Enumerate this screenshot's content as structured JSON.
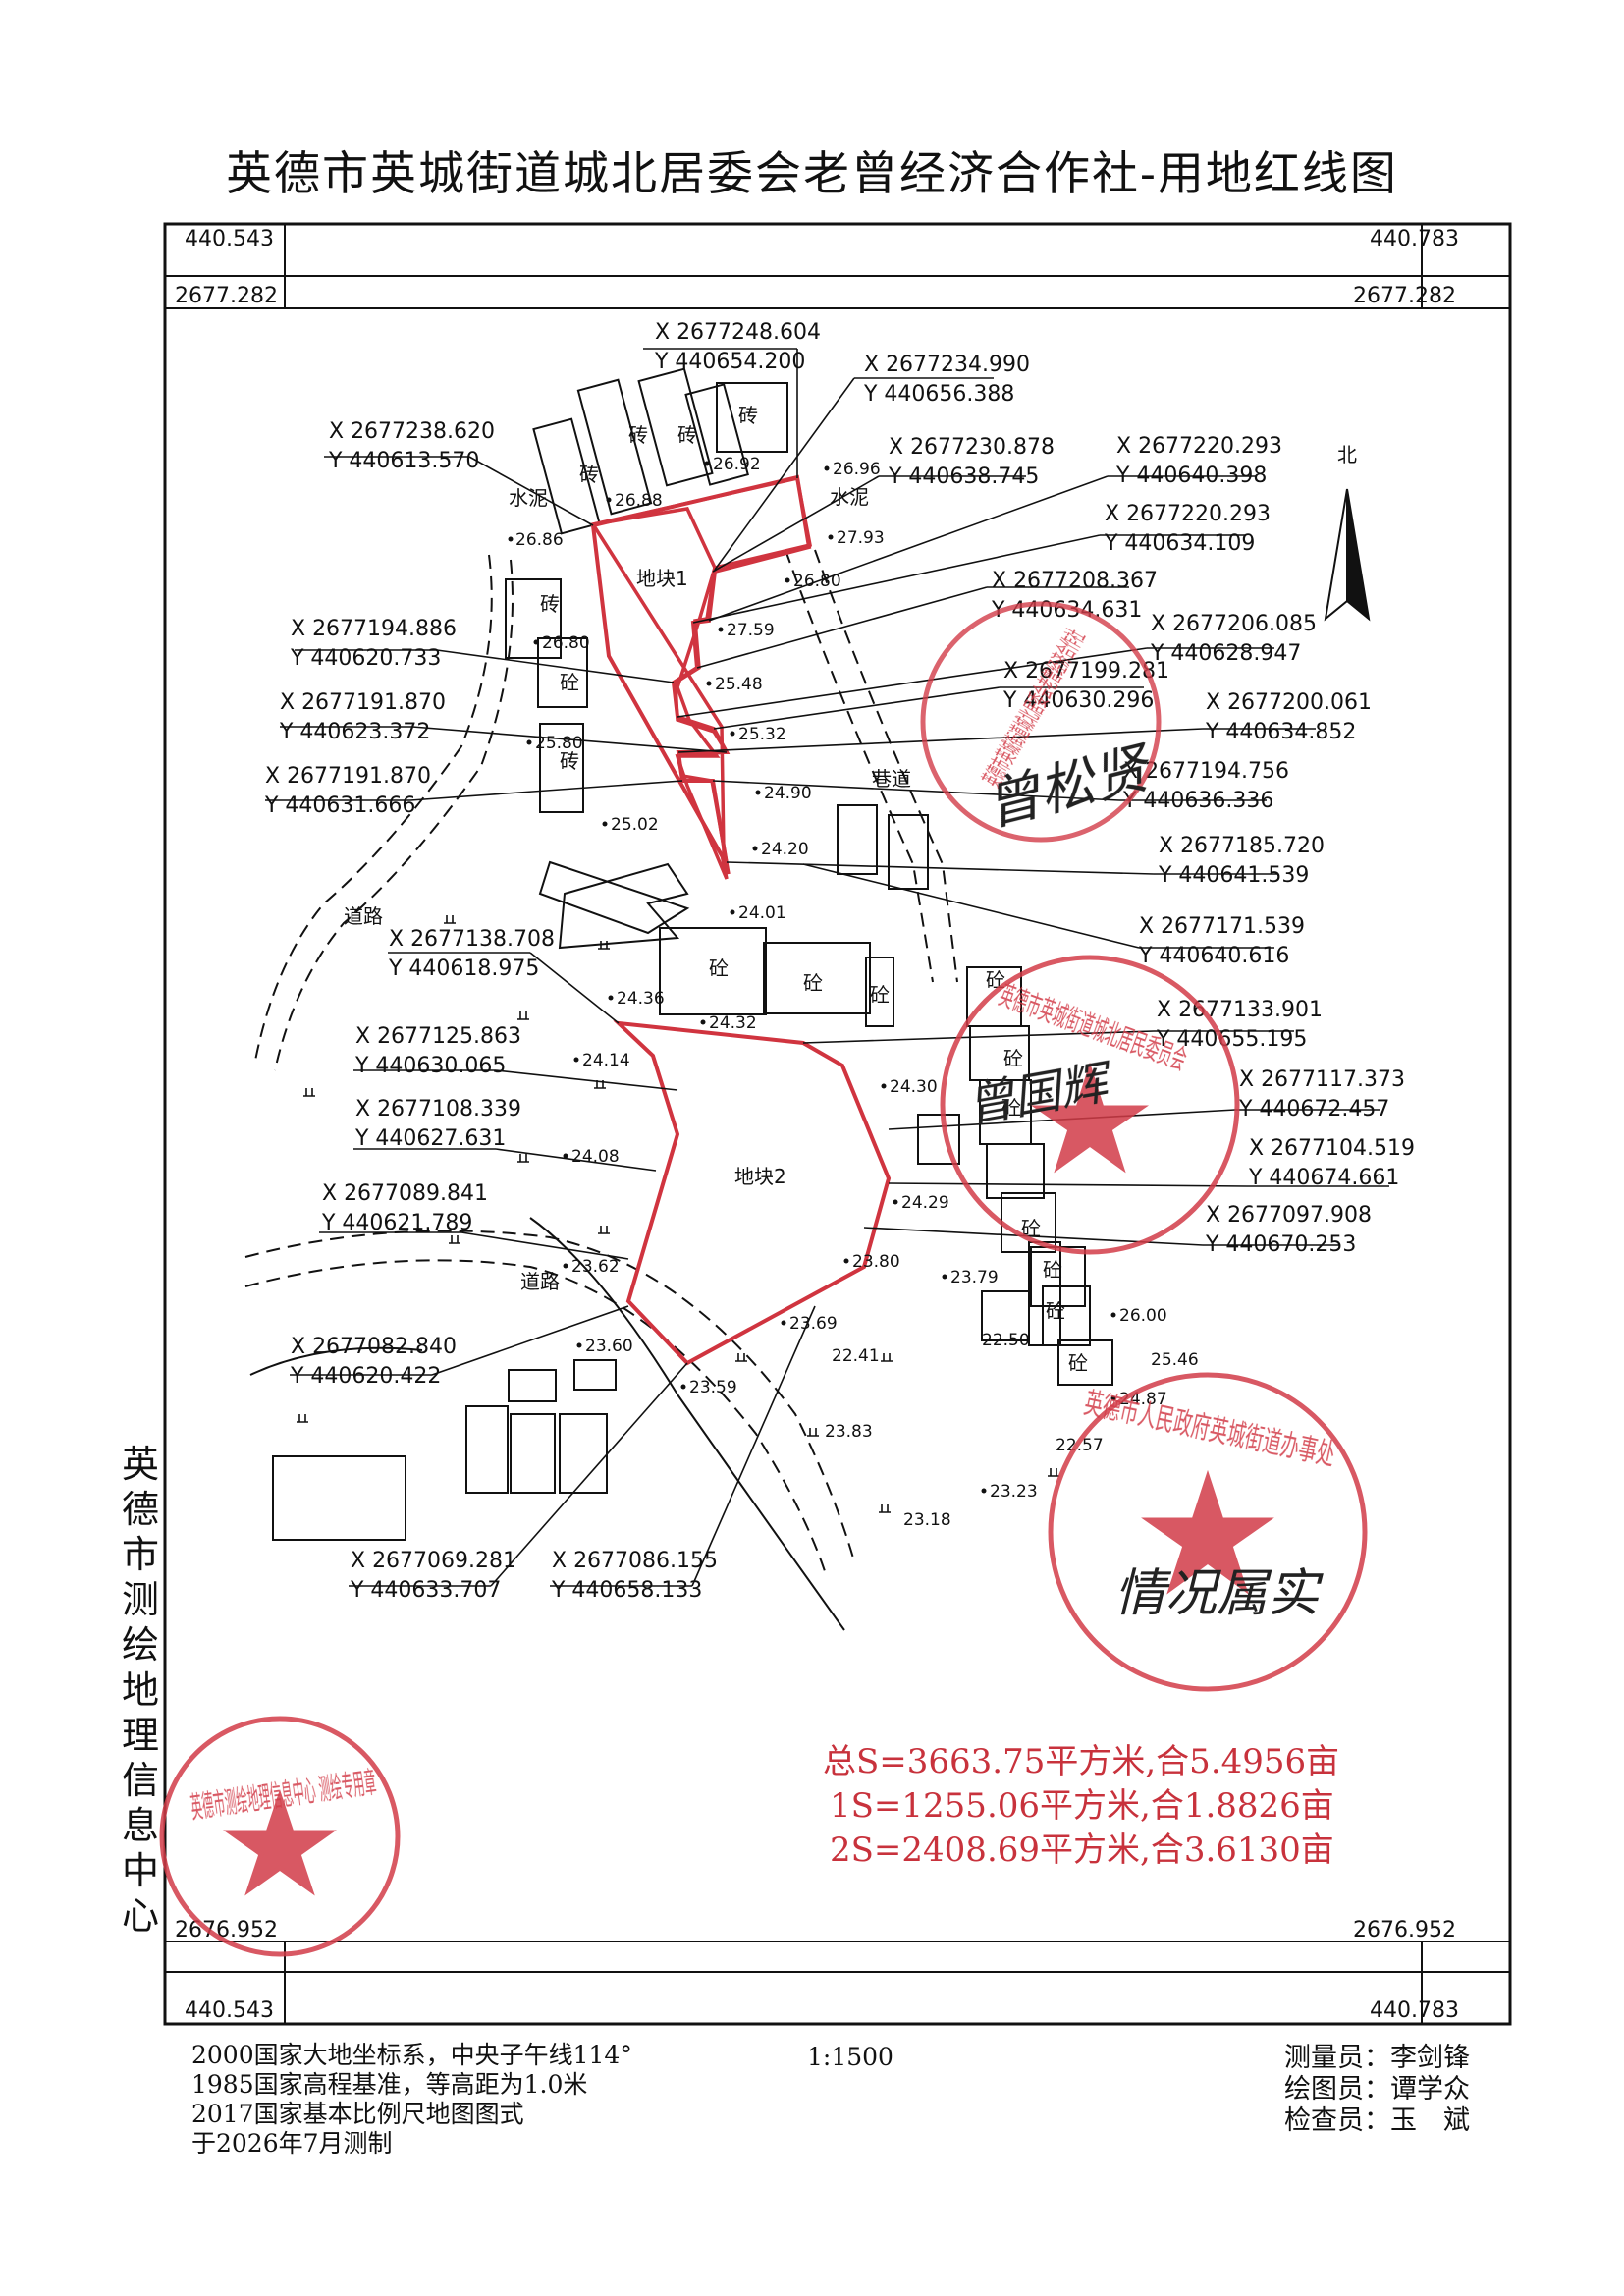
{
  "title": "英德市英城街道城北居委会老曾经济合作社-用地红线图",
  "side_label": "英德市测绘地理信息中心",
  "frame": {
    "tl_x": "440.543",
    "tr_x": "440.783",
    "top_y": "2677.282",
    "bot_y": "2676.952",
    "bl_x": "440.543",
    "br_x": "440.783"
  },
  "north": "北",
  "parcels": {
    "p1": "地块1",
    "p2": "地块2"
  },
  "materials": {
    "brick": "砖",
    "concrete": "砼",
    "cement": "水泥",
    "road": "道路",
    "road_small": "道路",
    "lane": "巷道"
  },
  "points": [
    {
      "x": "X 2677248.604",
      "y": "Y 440654.200"
    },
    {
      "x": "X 2677234.990",
      "y": "Y 440656.388"
    },
    {
      "x": "X 2677238.620",
      "y": "Y 440613.570"
    },
    {
      "x": "X 2677230.878",
      "y": "Y 440638.745"
    },
    {
      "x": "X 2677220.293",
      "y": "Y 440640.398"
    },
    {
      "x": "X 2677220.293",
      "y": "Y 440634.109"
    },
    {
      "x": "X 2677208.367",
      "y": "Y 440634.631"
    },
    {
      "x": "X 2677194.886",
      "y": "Y 440620.733"
    },
    {
      "x": "X 2677206.085",
      "y": "Y 440628.947"
    },
    {
      "x": "X 2677199.281",
      "y": "Y 440630.296"
    },
    {
      "x": "X 2677191.870",
      "y": "Y 440623.372"
    },
    {
      "x": "X 2677200.061",
      "y": "Y 440634.852"
    },
    {
      "x": "X 2677191.870",
      "y": "Y 440631.666"
    },
    {
      "x": "X 2677194.756",
      "y": "Y 440636.336"
    },
    {
      "x": "X 2677185.720",
      "y": "Y 440641.539"
    },
    {
      "x": "X 2677171.539",
      "y": "Y 440640.616"
    },
    {
      "x": "X 2677138.708",
      "y": "Y 440618.975"
    },
    {
      "x": "X 2677133.901",
      "y": "Y 440655.195"
    },
    {
      "x": "X 2677125.863",
      "y": "Y 440630.065"
    },
    {
      "x": "X 2677117.373",
      "y": "Y 440672.457"
    },
    {
      "x": "X 2677108.339",
      "y": "Y 440627.631"
    },
    {
      "x": "X 2677104.519",
      "y": "Y 440674.661"
    },
    {
      "x": "X 2677089.841",
      "y": "Y 440621.789"
    },
    {
      "x": "X 2677097.908",
      "y": "Y 440670.253"
    },
    {
      "x": "X 2677082.840",
      "y": "Y 440620.422"
    },
    {
      "x": "X 2677069.281",
      "y": "Y 440633.707"
    },
    {
      "x": "X 2677086.155",
      "y": "Y 440658.133"
    }
  ],
  "elevations": [
    "26.86",
    "26.88",
    "26.92",
    "26.96",
    "27.93",
    "26.80",
    "27.59",
    "26.80",
    "25.48",
    "25.80",
    "25.32",
    "24.90",
    "25.02",
    "24.20",
    "24.01",
    "24.36",
    "24.32",
    "24.14",
    "24.30",
    "24.08",
    "24.29",
    "23.62",
    "23.80",
    "23.79",
    "23.69",
    "22.50",
    "26.00",
    "25.46",
    "23.60",
    "23.59",
    "22.41",
    "24.87",
    "23.83",
    "22.57",
    "23.23",
    "23.18"
  ],
  "area_summary": [
    "总S=3663.75平方米,合5.4956亩",
    "1S=1255.06平方米,合1.8826亩",
    "2S=2408.69平方米,合3.6130亩"
  ],
  "footer_left": [
    "2000国家大地坐标系，中央子午线114°",
    "1985国家高程基准，等高距为1.0米",
    "2017国家基本比例尺地图图式",
    "于2026年7月测制"
  ],
  "scale": "1:1500",
  "staff": [
    {
      "role": "测量员：",
      "name": "李剑锋"
    },
    {
      "role": "绘图员：",
      "name": "谭学众"
    },
    {
      "role": "检查员：",
      "name": "玉　斌"
    }
  ],
  "seals": {
    "center_left": "英德市测绘地理信息中心 测绘专用章",
    "top_right": "英德市英城街道城北居委会老曾经济合作社",
    "middle_right": "英德市英城街道城北居民委员会",
    "bottom_right": "英德市人民政府英城街道办事处",
    "sign_1": "曾松贤",
    "sign_2": "曾国辉",
    "sign_3": "情况属实"
  },
  "colors": {
    "parcel_line": "#d0343f",
    "seal": "#d23c48",
    "ink": "#111111"
  }
}
